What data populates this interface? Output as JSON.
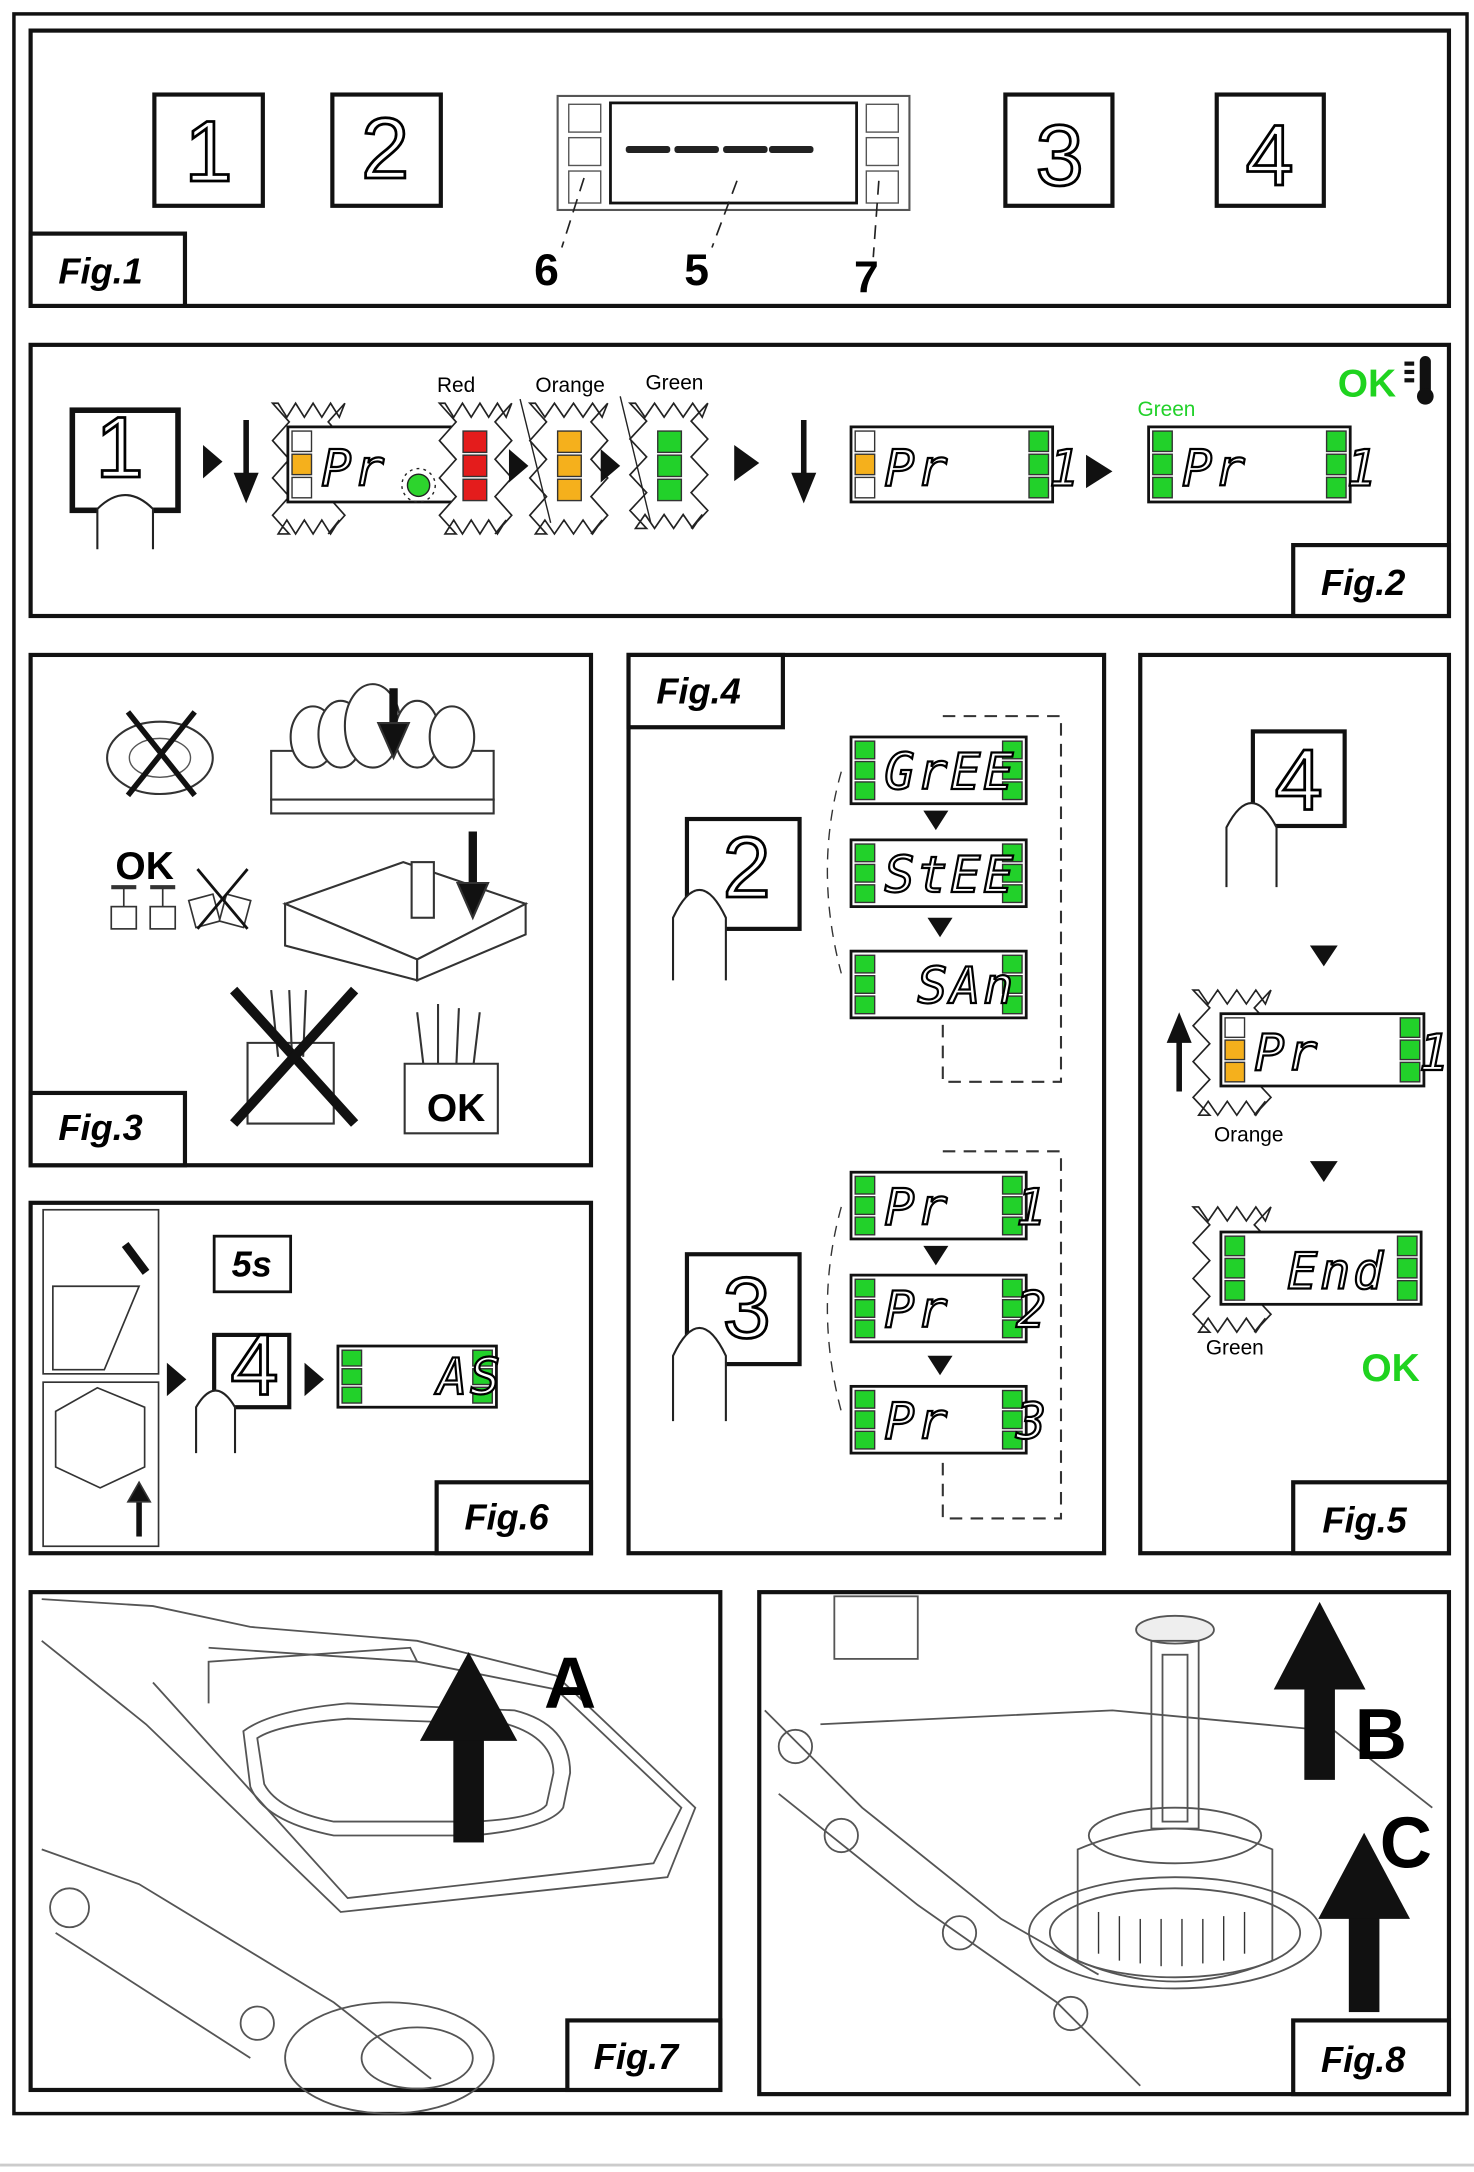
{
  "colors": {
    "green": "#22d12a",
    "orange": "#f5b01c",
    "red": "#e41c1c",
    "off": "#ffffff",
    "ok_green": "#1fd31f"
  },
  "fig1": {
    "label": "Fig.1",
    "keys": [
      "1",
      "2",
      "3",
      "4"
    ],
    "display_text": "- - - -",
    "callouts": [
      "6",
      "5",
      "7"
    ]
  },
  "fig2": {
    "label": "Fig.2",
    "key": "1",
    "legend": {
      "red": "Red",
      "orange": "Orange",
      "green": "Green",
      "green_top": "Green"
    },
    "ok": "OK",
    "displays": {
      "d1": {
        "text": "Pr",
        "left": [
          "off",
          "orange",
          "off"
        ],
        "right": [
          "red",
          "red",
          "red"
        ]
      },
      "d2": {
        "text": "Pr   1",
        "left": [
          "off",
          "orange",
          "off"
        ],
        "right": [
          "green",
          "green",
          "green"
        ]
      },
      "d3": {
        "text": "Pr   1",
        "left": [
          "green",
          "green",
          "green"
        ],
        "right": [
          "green",
          "green",
          "green"
        ]
      }
    },
    "blink_columns": [
      [
        "orange",
        "orange",
        "orange"
      ],
      [
        "green",
        "green",
        "green"
      ]
    ]
  },
  "fig3": {
    "label": "Fig.3",
    "ok_glasses": "OK",
    "ok_cutlery": "OK"
  },
  "fig4": {
    "label": "Fig.4",
    "keys": [
      "2",
      "3"
    ],
    "displays": {
      "a1": {
        "text": "GrEE",
        "left": [
          "green",
          "green",
          "green"
        ],
        "right": [
          "green",
          "green",
          "green"
        ]
      },
      "a2": {
        "text": "StEE",
        "left": [
          "green",
          "green",
          "green"
        ],
        "right": [
          "green",
          "green",
          "green"
        ]
      },
      "a3": {
        "text": " SAn",
        "left": [
          "green",
          "green",
          "green"
        ],
        "right": [
          "green",
          "green",
          "green"
        ]
      },
      "b1": {
        "text": "Pr  1",
        "left": [
          "green",
          "green",
          "green"
        ],
        "right": [
          "green",
          "green",
          "green"
        ]
      },
      "b2": {
        "text": "Pr  2",
        "left": [
          "green",
          "green",
          "green"
        ],
        "right": [
          "green",
          "green",
          "green"
        ]
      },
      "b3": {
        "text": "Pr  3",
        "left": [
          "green",
          "green",
          "green"
        ],
        "right": [
          "green",
          "green",
          "green"
        ]
      }
    }
  },
  "fig5": {
    "label": "Fig.5",
    "key": "4",
    "orange_label": "Orange",
    "green_label": "Green",
    "ok": "OK",
    "displays": {
      "p1": {
        "text": "Pr   1",
        "left": [
          "off",
          "orange",
          "orange"
        ],
        "right": [
          "green",
          "green",
          "green"
        ]
      },
      "end": {
        "text": " End",
        "left": [
          "green",
          "green",
          "green"
        ],
        "right": [
          "green",
          "green",
          "green"
        ]
      }
    }
  },
  "fig6": {
    "label": "Fig.6",
    "time": "5s",
    "key": "4",
    "displays": {
      "as": {
        "text": "  AS",
        "left": [
          "green",
          "green",
          "green"
        ],
        "right": [
          "green",
          "green",
          "green"
        ]
      }
    }
  },
  "fig7": {
    "label": "Fig.7",
    "callout": "A"
  },
  "fig8": {
    "label": "Fig.8",
    "callouts": [
      "B",
      "C"
    ]
  }
}
